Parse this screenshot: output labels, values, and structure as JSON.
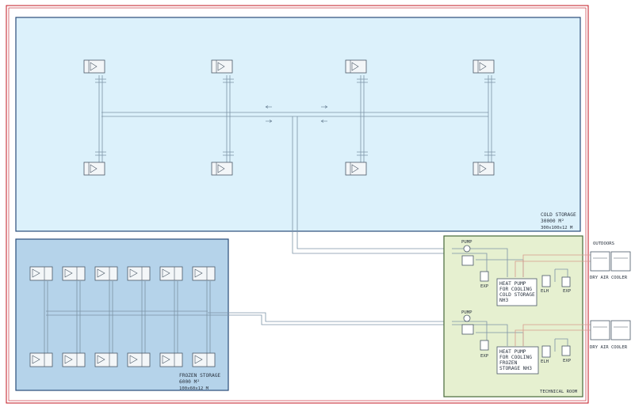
{
  "colors": {
    "outer_border": "#c0151f",
    "cold_fill": "#dcf1fb",
    "cold_stroke": "#2a4c7a",
    "frozen_fill": "#b5d3ea",
    "frozen_stroke": "#2a4c7a",
    "tech_fill": "#e6f0d0",
    "tech_stroke": "#48693a",
    "pipe": "#7c93a6",
    "hot_pipe": "#d79a8c"
  },
  "cold_storage": {
    "title": "COLD STORAGE",
    "area": "30000 M²",
    "dims": "300x100x12 M",
    "icon": "evaporator-unit-icon"
  },
  "frozen_storage": {
    "title": "FROZEN STORAGE",
    "area": "6000 M²",
    "dims": "100x60x12 M",
    "icon": "evaporator-unit-icon"
  },
  "technical_room": {
    "title": "TECHNICAL ROOM",
    "upper": {
      "pump": "PUMP",
      "exp_left": "EXP",
      "exp_right": "EXP",
      "elh": "ELH",
      "heat_pump": [
        "HEAT PUMP",
        "FOR COOLING",
        "COLD STORAGE",
        "NH3"
      ]
    },
    "lower": {
      "pump": "PUMP",
      "exp_left": "EXP",
      "exp_right": "EXP",
      "elh": "ELH",
      "heat_pump": [
        "HEAT PUMP",
        "FOR COOLING",
        "FROZEN",
        "STORAGE NH3"
      ]
    }
  },
  "outdoors": {
    "title": "OUTDOORS",
    "cooler_top": "DRY AIR COOLER",
    "cooler_bottom": "DRY AIR COOLER",
    "icon": "fan-unit-icon"
  }
}
